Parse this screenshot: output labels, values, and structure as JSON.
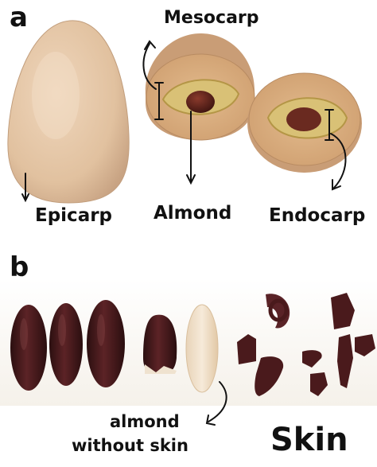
{
  "panel_a": {
    "letter": "a",
    "labels": {
      "mesocarp": "Mesocarp",
      "epicarp": "Epicarp",
      "almond": "Almond",
      "endocarp": "Endocarp"
    }
  },
  "panel_b": {
    "letter": "b",
    "labels": {
      "almond_without_skin_line1": "almond",
      "almond_without_skin_line2": "without skin",
      "skin": "Skin"
    }
  },
  "colors": {
    "fruit_tan": "#e3c3a2",
    "mesocarp_flesh": "#d7ad7f",
    "endocarp_yellow": "#d9c176",
    "almond_brown": "#5a1f1a",
    "peeled_almond": "#f1e3cf",
    "label_black": "#111111"
  }
}
